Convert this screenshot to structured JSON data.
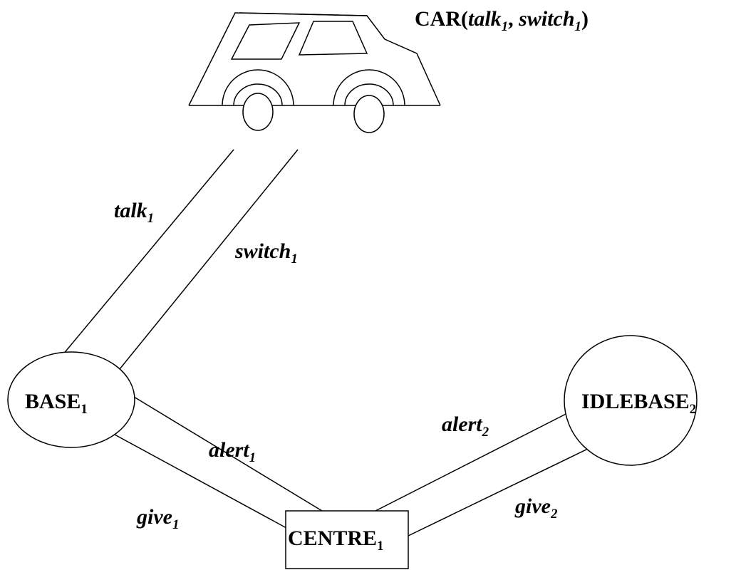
{
  "nodes": {
    "car": {
      "name": "CAR",
      "open": "(",
      "arg1": "talk",
      "arg1_sub": "1",
      "sep": ", ",
      "arg2": "switch",
      "arg2_sub": "1",
      "close": ")"
    },
    "base": {
      "name": "BASE",
      "sub": "1"
    },
    "idlebase": {
      "name": "IDLEBASE",
      "sub": "2"
    },
    "centre": {
      "name": "CENTRE",
      "sub": "1"
    }
  },
  "edges": {
    "talk": {
      "name": "talk",
      "sub": "1"
    },
    "switch": {
      "name": "switch",
      "sub": "1"
    },
    "alert1": {
      "name": "alert",
      "sub": "1"
    },
    "give1": {
      "name": "give",
      "sub": "1"
    },
    "alert2": {
      "name": "alert",
      "sub": "2"
    },
    "give2": {
      "name": "give",
      "sub": "2"
    }
  }
}
